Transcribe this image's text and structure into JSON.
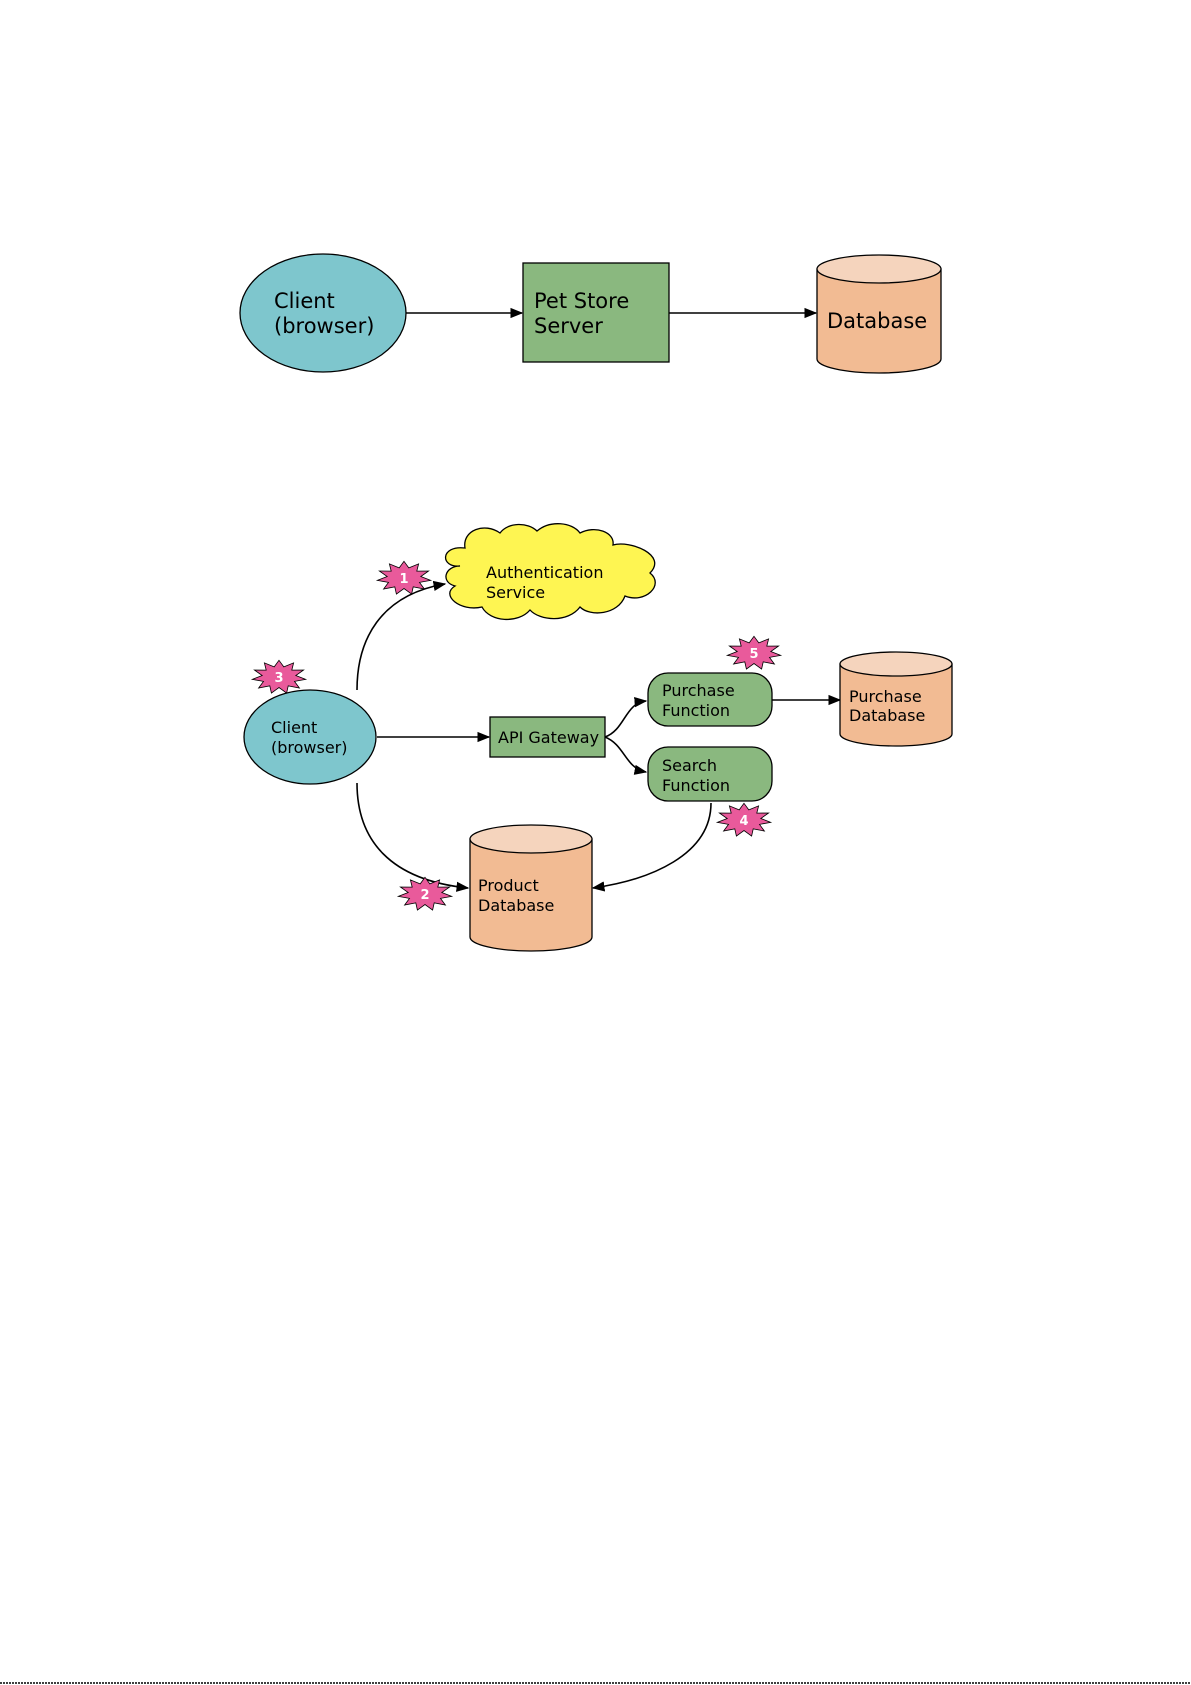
{
  "colors": {
    "client_fill": "#7ec6cd",
    "server_fill": "#8ab87f",
    "database_body": "#f2bb93",
    "database_top": "#f5d4bd",
    "cloud_fill": "#fef552",
    "badge_fill": "#e95a9b",
    "badge_text": "#ffffff"
  },
  "diagram1": {
    "client": {
      "line1": "Client",
      "line2": "(browser)"
    },
    "server": {
      "line1": "Pet Store",
      "line2": "Server"
    },
    "database": {
      "label": "Database"
    }
  },
  "diagram2": {
    "auth": {
      "line1": "Authentication",
      "line2": "Service"
    },
    "client": {
      "line1": "Client",
      "line2": "(browser)"
    },
    "gateway": {
      "label": "API Gateway"
    },
    "purchase_function": {
      "line1": "Purchase",
      "line2": "Function"
    },
    "search_function": {
      "line1": "Search",
      "line2": "Function"
    },
    "purchase_db": {
      "line1": "Purchase",
      "line2": "Database"
    },
    "product_db": {
      "line1": "Product",
      "line2": "Database"
    },
    "badges": [
      "1",
      "2",
      "3",
      "4",
      "5"
    ]
  }
}
